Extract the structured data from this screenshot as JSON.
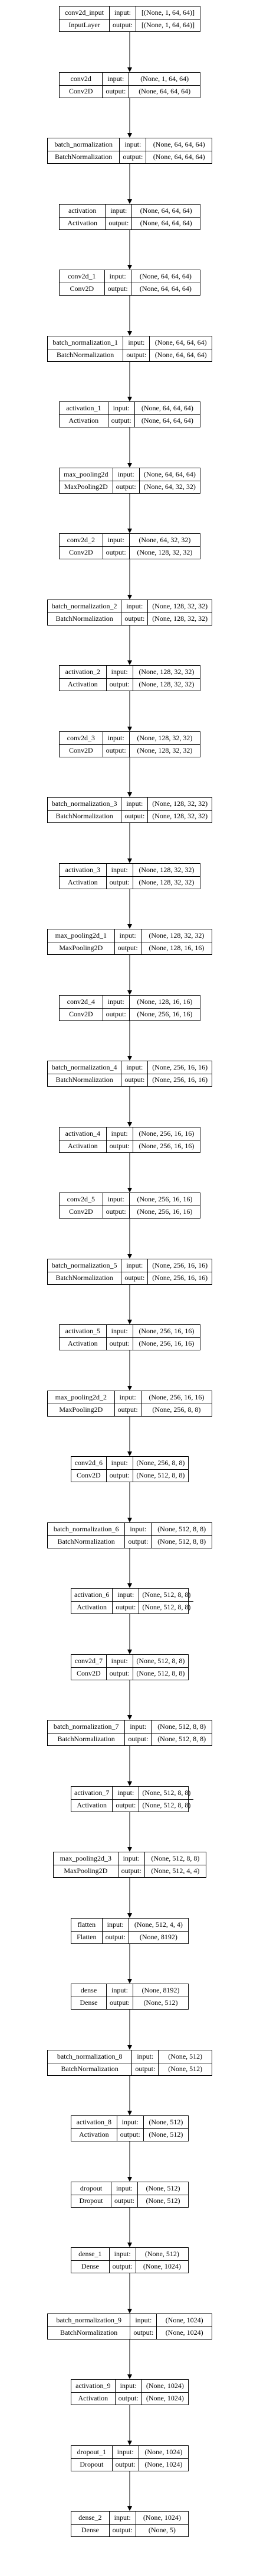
{
  "io_labels": {
    "input": "input:",
    "output": "output:"
  },
  "layers": [
    {
      "name": "conv2d_input",
      "type": "InputLayer",
      "input": "[(None, 1, 64, 64)]",
      "output": "[(None, 1, 64, 64)]"
    },
    {
      "name": "conv2d",
      "type": "Conv2D",
      "input": "(None, 1, 64, 64)",
      "output": "(None, 64, 64, 64)"
    },
    {
      "name": "batch_normalization",
      "type": "BatchNormalization",
      "input": "(None, 64, 64, 64)",
      "output": "(None, 64, 64, 64)"
    },
    {
      "name": "activation",
      "type": "Activation",
      "input": "(None, 64, 64, 64)",
      "output": "(None, 64, 64, 64)"
    },
    {
      "name": "conv2d_1",
      "type": "Conv2D",
      "input": "(None, 64, 64, 64)",
      "output": "(None, 64, 64, 64)"
    },
    {
      "name": "batch_normalization_1",
      "type": "BatchNormalization",
      "input": "(None, 64, 64, 64)",
      "output": "(None, 64, 64, 64)"
    },
    {
      "name": "activation_1",
      "type": "Activation",
      "input": "(None, 64, 64, 64)",
      "output": "(None, 64, 64, 64)"
    },
    {
      "name": "max_pooling2d",
      "type": "MaxPooling2D",
      "input": "(None, 64, 64, 64)",
      "output": "(None, 64, 32, 32)"
    },
    {
      "name": "conv2d_2",
      "type": "Conv2D",
      "input": "(None, 64, 32, 32)",
      "output": "(None, 128, 32, 32)"
    },
    {
      "name": "batch_normalization_2",
      "type": "BatchNormalization",
      "input": "(None, 128, 32, 32)",
      "output": "(None, 128, 32, 32)"
    },
    {
      "name": "activation_2",
      "type": "Activation",
      "input": "(None, 128, 32, 32)",
      "output": "(None, 128, 32, 32)"
    },
    {
      "name": "conv2d_3",
      "type": "Conv2D",
      "input": "(None, 128, 32, 32)",
      "output": "(None, 128, 32, 32)"
    },
    {
      "name": "batch_normalization_3",
      "type": "BatchNormalization",
      "input": "(None, 128, 32, 32)",
      "output": "(None, 128, 32, 32)"
    },
    {
      "name": "activation_3",
      "type": "Activation",
      "input": "(None, 128, 32, 32)",
      "output": "(None, 128, 32, 32)"
    },
    {
      "name": "max_pooling2d_1",
      "type": "MaxPooling2D",
      "input": "(None, 128, 32, 32)",
      "output": "(None, 128, 16, 16)"
    },
    {
      "name": "conv2d_4",
      "type": "Conv2D",
      "input": "(None, 128, 16, 16)",
      "output": "(None, 256, 16, 16)"
    },
    {
      "name": "batch_normalization_4",
      "type": "BatchNormalization",
      "input": "(None, 256, 16, 16)",
      "output": "(None, 256, 16, 16)"
    },
    {
      "name": "activation_4",
      "type": "Activation",
      "input": "(None, 256, 16, 16)",
      "output": "(None, 256, 16, 16)"
    },
    {
      "name": "conv2d_5",
      "type": "Conv2D",
      "input": "(None, 256, 16, 16)",
      "output": "(None, 256, 16, 16)"
    },
    {
      "name": "batch_normalization_5",
      "type": "BatchNormalization",
      "input": "(None, 256, 16, 16)",
      "output": "(None, 256, 16, 16)"
    },
    {
      "name": "activation_5",
      "type": "Activation",
      "input": "(None, 256, 16, 16)",
      "output": "(None, 256, 16, 16)"
    },
    {
      "name": "max_pooling2d_2",
      "type": "MaxPooling2D",
      "input": "(None, 256, 16, 16)",
      "output": "(None, 256, 8, 8)"
    },
    {
      "name": "conv2d_6",
      "type": "Conv2D",
      "input": "(None, 256, 8, 8)",
      "output": "(None, 512, 8, 8)"
    },
    {
      "name": "batch_normalization_6",
      "type": "BatchNormalization",
      "input": "(None, 512, 8, 8)",
      "output": "(None, 512, 8, 8)"
    },
    {
      "name": "activation_6",
      "type": "Activation",
      "input": "(None, 512, 8, 8)",
      "output": "(None, 512, 8, 8)"
    },
    {
      "name": "conv2d_7",
      "type": "Conv2D",
      "input": "(None, 512, 8, 8)",
      "output": "(None, 512, 8, 8)"
    },
    {
      "name": "batch_normalization_7",
      "type": "BatchNormalization",
      "input": "(None, 512, 8, 8)",
      "output": "(None, 512, 8, 8)"
    },
    {
      "name": "activation_7",
      "type": "Activation",
      "input": "(None, 512, 8, 8)",
      "output": "(None, 512, 8, 8)"
    },
    {
      "name": "max_pooling2d_3",
      "type": "MaxPooling2D",
      "input": "(None, 512, 8, 8)",
      "output": "(None, 512, 4, 4)"
    },
    {
      "name": "flatten",
      "type": "Flatten",
      "input": "(None, 512, 4, 4)",
      "output": "(None, 8192)"
    },
    {
      "name": "dense",
      "type": "Dense",
      "input": "(None, 8192)",
      "output": "(None, 512)"
    },
    {
      "name": "batch_normalization_8",
      "type": "BatchNormalization",
      "input": "(None, 512)",
      "output": "(None, 512)"
    },
    {
      "name": "activation_8",
      "type": "Activation",
      "input": "(None, 512)",
      "output": "(None, 512)"
    },
    {
      "name": "dropout",
      "type": "Dropout",
      "input": "(None, 512)",
      "output": "(None, 512)"
    },
    {
      "name": "dense_1",
      "type": "Dense",
      "input": "(None, 512)",
      "output": "(None, 1024)"
    },
    {
      "name": "batch_normalization_9",
      "type": "BatchNormalization",
      "input": "(None, 1024)",
      "output": "(None, 1024)"
    },
    {
      "name": "activation_9",
      "type": "Activation",
      "input": "(None, 1024)",
      "output": "(None, 1024)"
    },
    {
      "name": "dropout_1",
      "type": "Dropout",
      "input": "(None, 1024)",
      "output": "(None, 1024)"
    },
    {
      "name": "dense_2",
      "type": "Dense",
      "input": "(None, 1024)",
      "output": "(None, 5)"
    }
  ]
}
